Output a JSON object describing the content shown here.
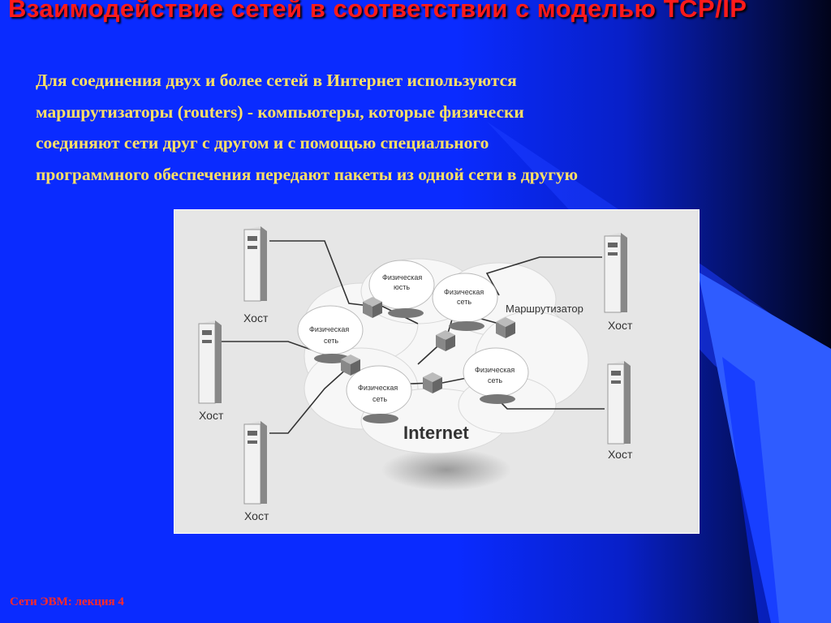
{
  "slide": {
    "title": "Взаимодействие сетей в соответствии с моделью TCP/IP",
    "body_lines": [
      "Для соединения двух и более сетей в Интернет используются",
      "маршрутизаторы (routers) - компьютеры, которые физически",
      "соединяют сети друг с другом и с помощью специального",
      "программного обеспечения передают пакеты из одной сети в другую"
    ],
    "footer": "Сети ЭВМ: лекция 4"
  },
  "diagram": {
    "cloud_label": "Internet",
    "router_label": "Маршрутизатор",
    "host_label": "Хост",
    "network_label_1": "Физическая",
    "network_label_2": "сеть",
    "network_label_2_alt": "юсть"
  },
  "colors": {
    "background": "#0a2bff",
    "title": "#ff1a1a",
    "body_text": "#ffe066",
    "footer": "#ff2a2a",
    "figure_bg": "#e6e6e6"
  }
}
